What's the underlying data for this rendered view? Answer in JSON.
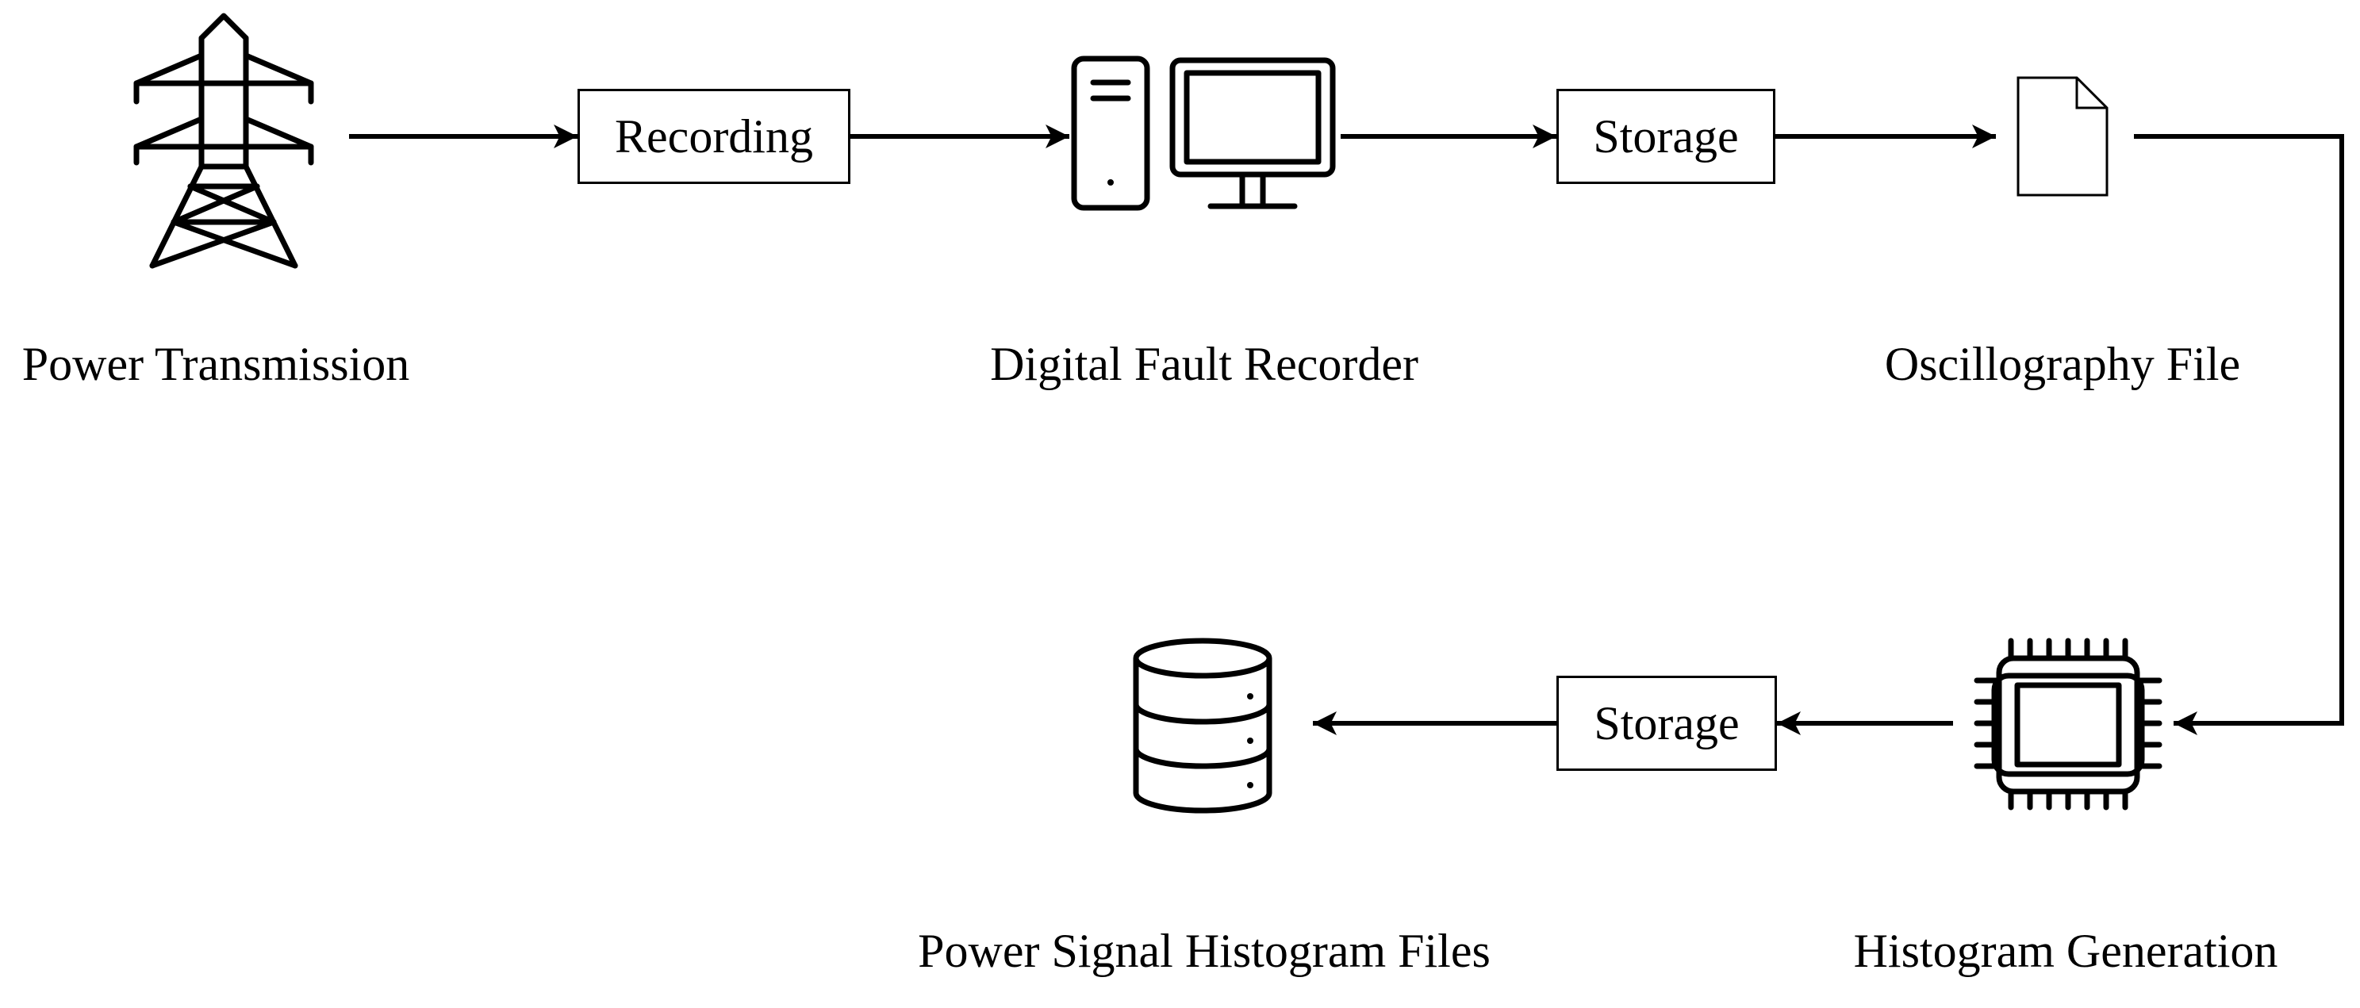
{
  "nodes": {
    "power_transmission": {
      "label": "Power Transmission",
      "icon": "transmission-tower-icon"
    },
    "digital_fault_recorder": {
      "label": "Digital Fault Recorder",
      "icon": "computer-icon"
    },
    "oscillography_file": {
      "label": "Oscillography File",
      "icon": "file-icon"
    },
    "histogram_generation": {
      "label": "Histogram Generation",
      "icon": "processor-chip-icon"
    },
    "power_signal_histogram_files": {
      "label": "Power Signal Histogram Files",
      "icon": "database-icon"
    }
  },
  "edges": {
    "recording": {
      "label": "Recording"
    },
    "storage_1": {
      "label": "Storage"
    },
    "storage_2": {
      "label": "Storage"
    }
  },
  "colors": {
    "stroke": "#000000",
    "background": "#ffffff"
  }
}
